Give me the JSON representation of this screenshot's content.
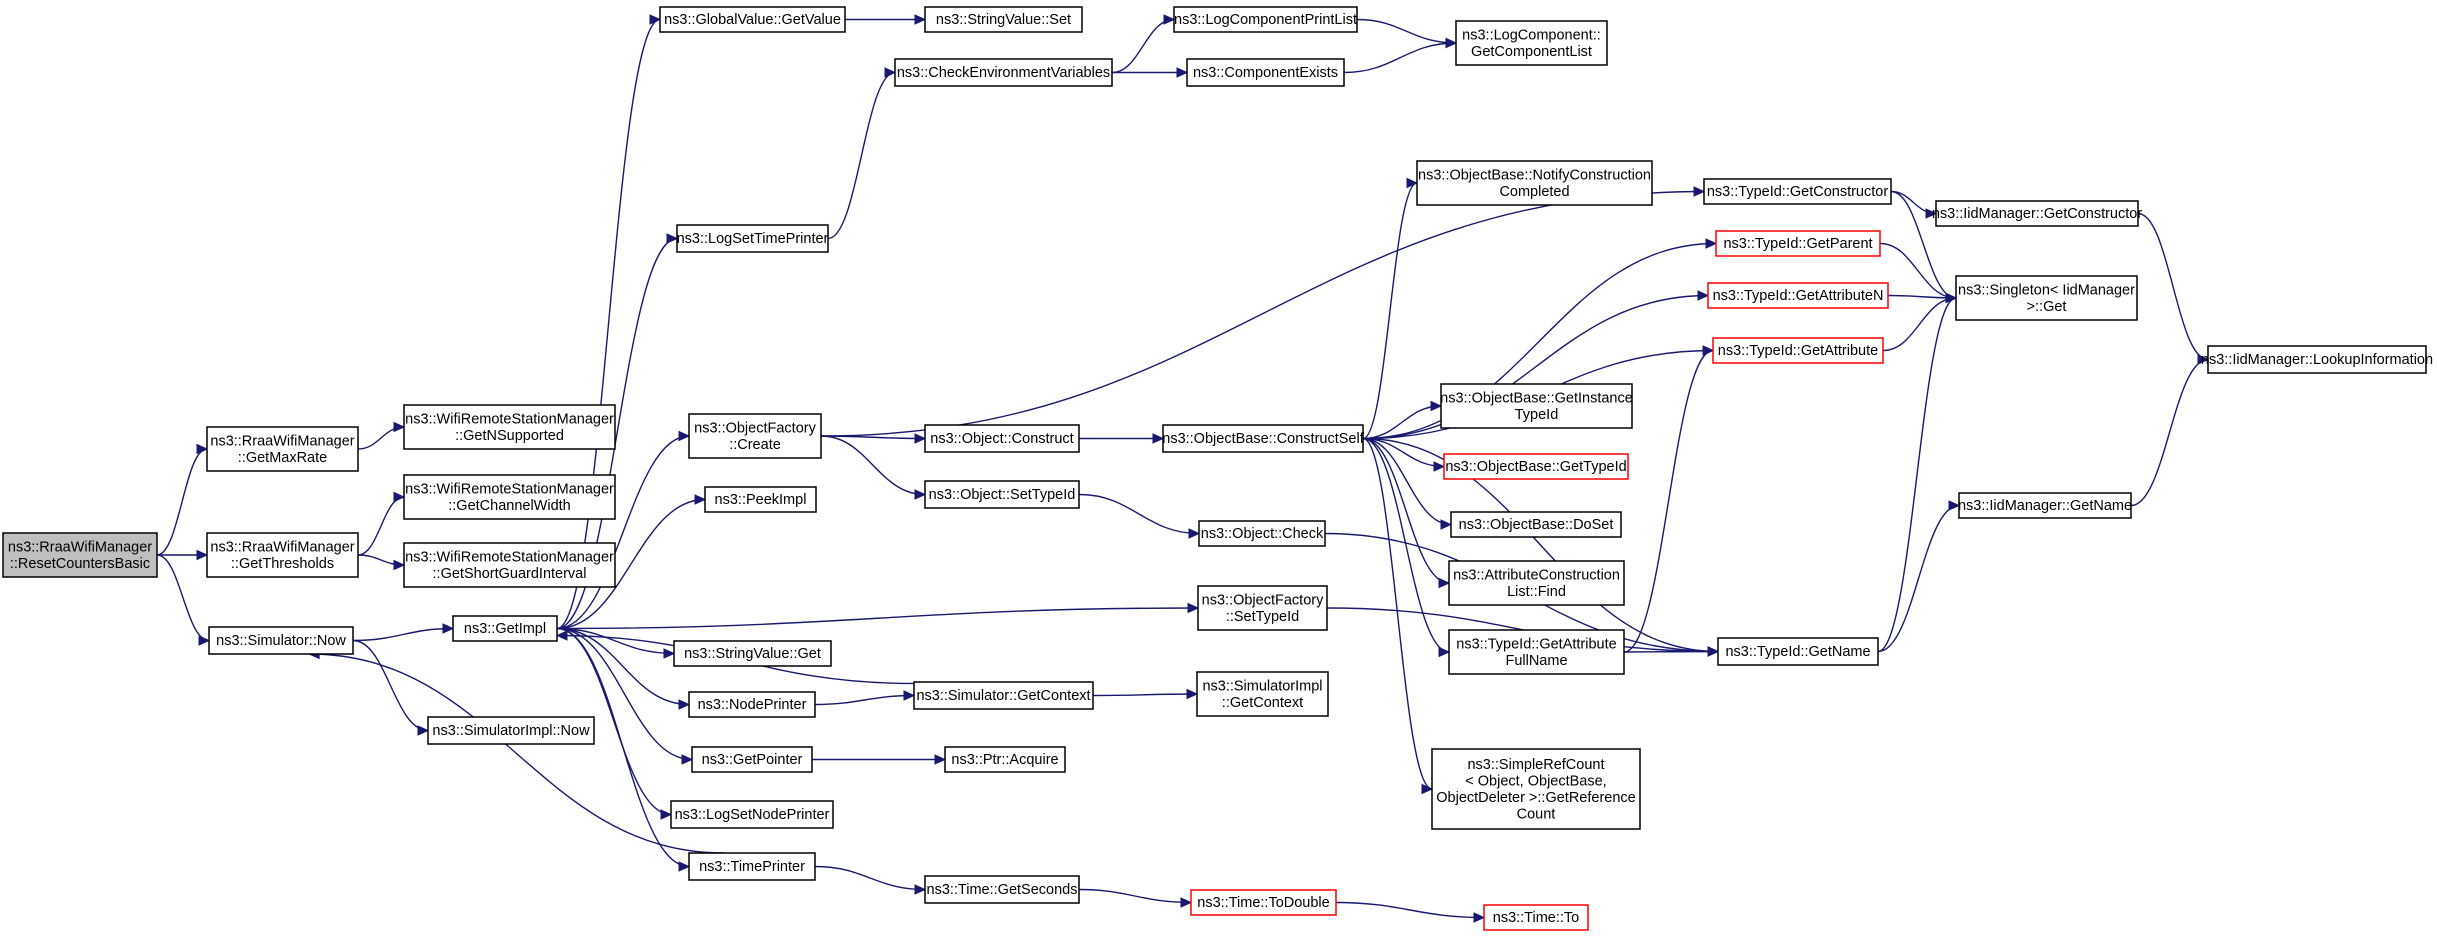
{
  "graph": {
    "nodes": [
      {
        "id": "root",
        "lines": [
          "ns3::RraaWifiManager",
          "::ResetCountersBasic"
        ]
      },
      {
        "id": "getmaxrate",
        "lines": [
          "ns3::RraaWifiManager",
          "::GetMaxRate"
        ]
      },
      {
        "id": "getthresholds",
        "lines": [
          "ns3::RraaWifiManager",
          "::GetThresholds"
        ]
      },
      {
        "id": "simnow",
        "lines": [
          "ns3::Simulator::Now"
        ]
      },
      {
        "id": "getnsupported",
        "lines": [
          "ns3::WifiRemoteStationManager",
          "::GetNSupported"
        ]
      },
      {
        "id": "getchannelwidth",
        "lines": [
          "ns3::WifiRemoteStationManager",
          "::GetChannelWidth"
        ]
      },
      {
        "id": "getshortgi",
        "lines": [
          "ns3::WifiRemoteStationManager",
          "::GetShortGuardInterval"
        ]
      },
      {
        "id": "getimpl",
        "lines": [
          "ns3::GetImpl"
        ]
      },
      {
        "id": "simimplnow",
        "lines": [
          "ns3::SimulatorImpl::Now"
        ]
      },
      {
        "id": "globalvalue",
        "lines": [
          "ns3::GlobalValue::GetValue"
        ]
      },
      {
        "id": "logsettimeprinter",
        "lines": [
          "ns3::LogSetTimePrinter"
        ]
      },
      {
        "id": "objfactorycreate",
        "lines": [
          "ns3::ObjectFactory",
          "::Create"
        ]
      },
      {
        "id": "peekimpl",
        "lines": [
          "ns3::PeekImpl"
        ]
      },
      {
        "id": "stringvalueget",
        "lines": [
          "ns3::StringValue::Get"
        ]
      },
      {
        "id": "nodeprinter",
        "lines": [
          "ns3::NodePrinter"
        ]
      },
      {
        "id": "getpointer",
        "lines": [
          "ns3::GetPointer"
        ]
      },
      {
        "id": "logsetnodeprinter",
        "lines": [
          "ns3::LogSetNodePrinter"
        ]
      },
      {
        "id": "timeprinter",
        "lines": [
          "ns3::TimePrinter"
        ]
      },
      {
        "id": "stringvalueset",
        "lines": [
          "ns3::StringValue::Set"
        ]
      },
      {
        "id": "checkenv",
        "lines": [
          "ns3::CheckEnvironmentVariables"
        ]
      },
      {
        "id": "objconstruct",
        "lines": [
          "ns3::Object::Construct"
        ]
      },
      {
        "id": "objsettypeid",
        "lines": [
          "ns3::Object::SetTypeId"
        ]
      },
      {
        "id": "simgetcontext",
        "lines": [
          "ns3::Simulator::GetContext"
        ]
      },
      {
        "id": "ptracquire",
        "lines": [
          "ns3::Ptr::Acquire"
        ]
      },
      {
        "id": "timegetseconds",
        "lines": [
          "ns3::Time::GetSeconds"
        ]
      },
      {
        "id": "logcomponentprintlist",
        "lines": [
          "ns3::LogComponentPrintList"
        ]
      },
      {
        "id": "componentexists",
        "lines": [
          "ns3::ComponentExists"
        ]
      },
      {
        "id": "objbaseconstructself",
        "lines": [
          "ns3::ObjectBase::ConstructSelf"
        ]
      },
      {
        "id": "objcheck",
        "lines": [
          "ns3::Object::Check"
        ]
      },
      {
        "id": "objfactorysettypeid",
        "lines": [
          "ns3::ObjectFactory",
          "::SetTypeId"
        ]
      },
      {
        "id": "simimplgetcontext",
        "lines": [
          "ns3::SimulatorImpl",
          "::GetContext"
        ]
      },
      {
        "id": "timetodouble",
        "lines": [
          "ns3::Time::ToDouble"
        ],
        "style": "red"
      },
      {
        "id": "logcomponentgetlist",
        "lines": [
          "ns3::LogComponent::",
          "GetComponentList"
        ]
      },
      {
        "id": "notifyconstruction",
        "lines": [
          "ns3::ObjectBase::NotifyConstruction",
          "Completed"
        ]
      },
      {
        "id": "getinstancetypeid",
        "lines": [
          "ns3::ObjectBase::GetInstance",
          "TypeId"
        ]
      },
      {
        "id": "objbasegettypeid",
        "lines": [
          "ns3::ObjectBase::GetTypeId"
        ],
        "style": "red"
      },
      {
        "id": "objbasedoset",
        "lines": [
          "ns3::ObjectBase::DoSet"
        ]
      },
      {
        "id": "attrconstructionfind",
        "lines": [
          "ns3::AttributeConstruction",
          "List::Find"
        ]
      },
      {
        "id": "typeidgetattrfullname",
        "lines": [
          "ns3::TypeId::GetAttribute",
          "FullName"
        ]
      },
      {
        "id": "simplerefcount",
        "lines": [
          "ns3::SimpleRefCount",
          "< Object, ObjectBase,",
          "ObjectDeleter >::GetReference",
          "Count"
        ]
      },
      {
        "id": "timeto",
        "lines": [
          "ns3::Time::To"
        ],
        "style": "red"
      },
      {
        "id": "typeidgetconstructor",
        "lines": [
          "ns3::TypeId::GetConstructor"
        ]
      },
      {
        "id": "typeidgetparent",
        "lines": [
          "ns3::TypeId::GetParent"
        ],
        "style": "red"
      },
      {
        "id": "typeidgetattributen",
        "lines": [
          "ns3::TypeId::GetAttributeN"
        ],
        "style": "red"
      },
      {
        "id": "typeidgetattribute",
        "lines": [
          "ns3::TypeId::GetAttribute"
        ],
        "style": "red"
      },
      {
        "id": "typeidgetname",
        "lines": [
          "ns3::TypeId::GetName"
        ]
      },
      {
        "id": "iidgetconstructor",
        "lines": [
          "ns3::IidManager::GetConstructor"
        ]
      },
      {
        "id": "singletonget",
        "lines": [
          "ns3::Singleton< IidManager",
          ">::Get"
        ]
      },
      {
        "id": "iidgetname",
        "lines": [
          "ns3::IidManager::GetName"
        ]
      },
      {
        "id": "iidlookup",
        "lines": [
          "ns3::IidManager::LookupInformation"
        ]
      }
    ]
  }
}
